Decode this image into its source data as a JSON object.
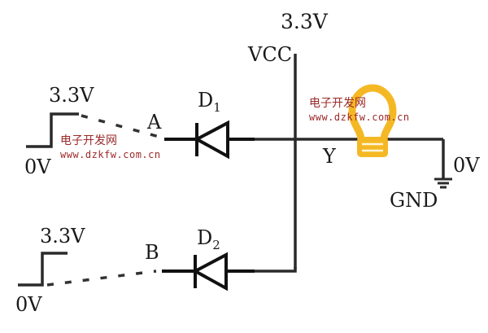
{
  "diagram": {
    "type": "diode-or-gate-circuit",
    "labels": {
      "supply_voltage": "3.3V",
      "vcc": "VCC",
      "input_a": "A",
      "input_b": "B",
      "output": "Y",
      "ground": "GND",
      "ground_voltage": "0V"
    },
    "diodes": [
      {
        "name": "D",
        "subscript": "1"
      },
      {
        "name": "D",
        "subscript": "2"
      }
    ],
    "input_signals": [
      {
        "high_label": "3.3V",
        "low_label": "0V"
      },
      {
        "high_label": "3.3V",
        "low_label": "0V"
      }
    ],
    "watermarks": [
      {
        "cn": "电子开发网",
        "url": "www.dzkfw.com.cn"
      },
      {
        "cn": "电子开发网",
        "url": "www.dzkfw.com.cn"
      }
    ],
    "colors": {
      "wire": "#2a2a2a",
      "bulb": "#f5b825",
      "watermark": "#9b2a2a"
    }
  }
}
